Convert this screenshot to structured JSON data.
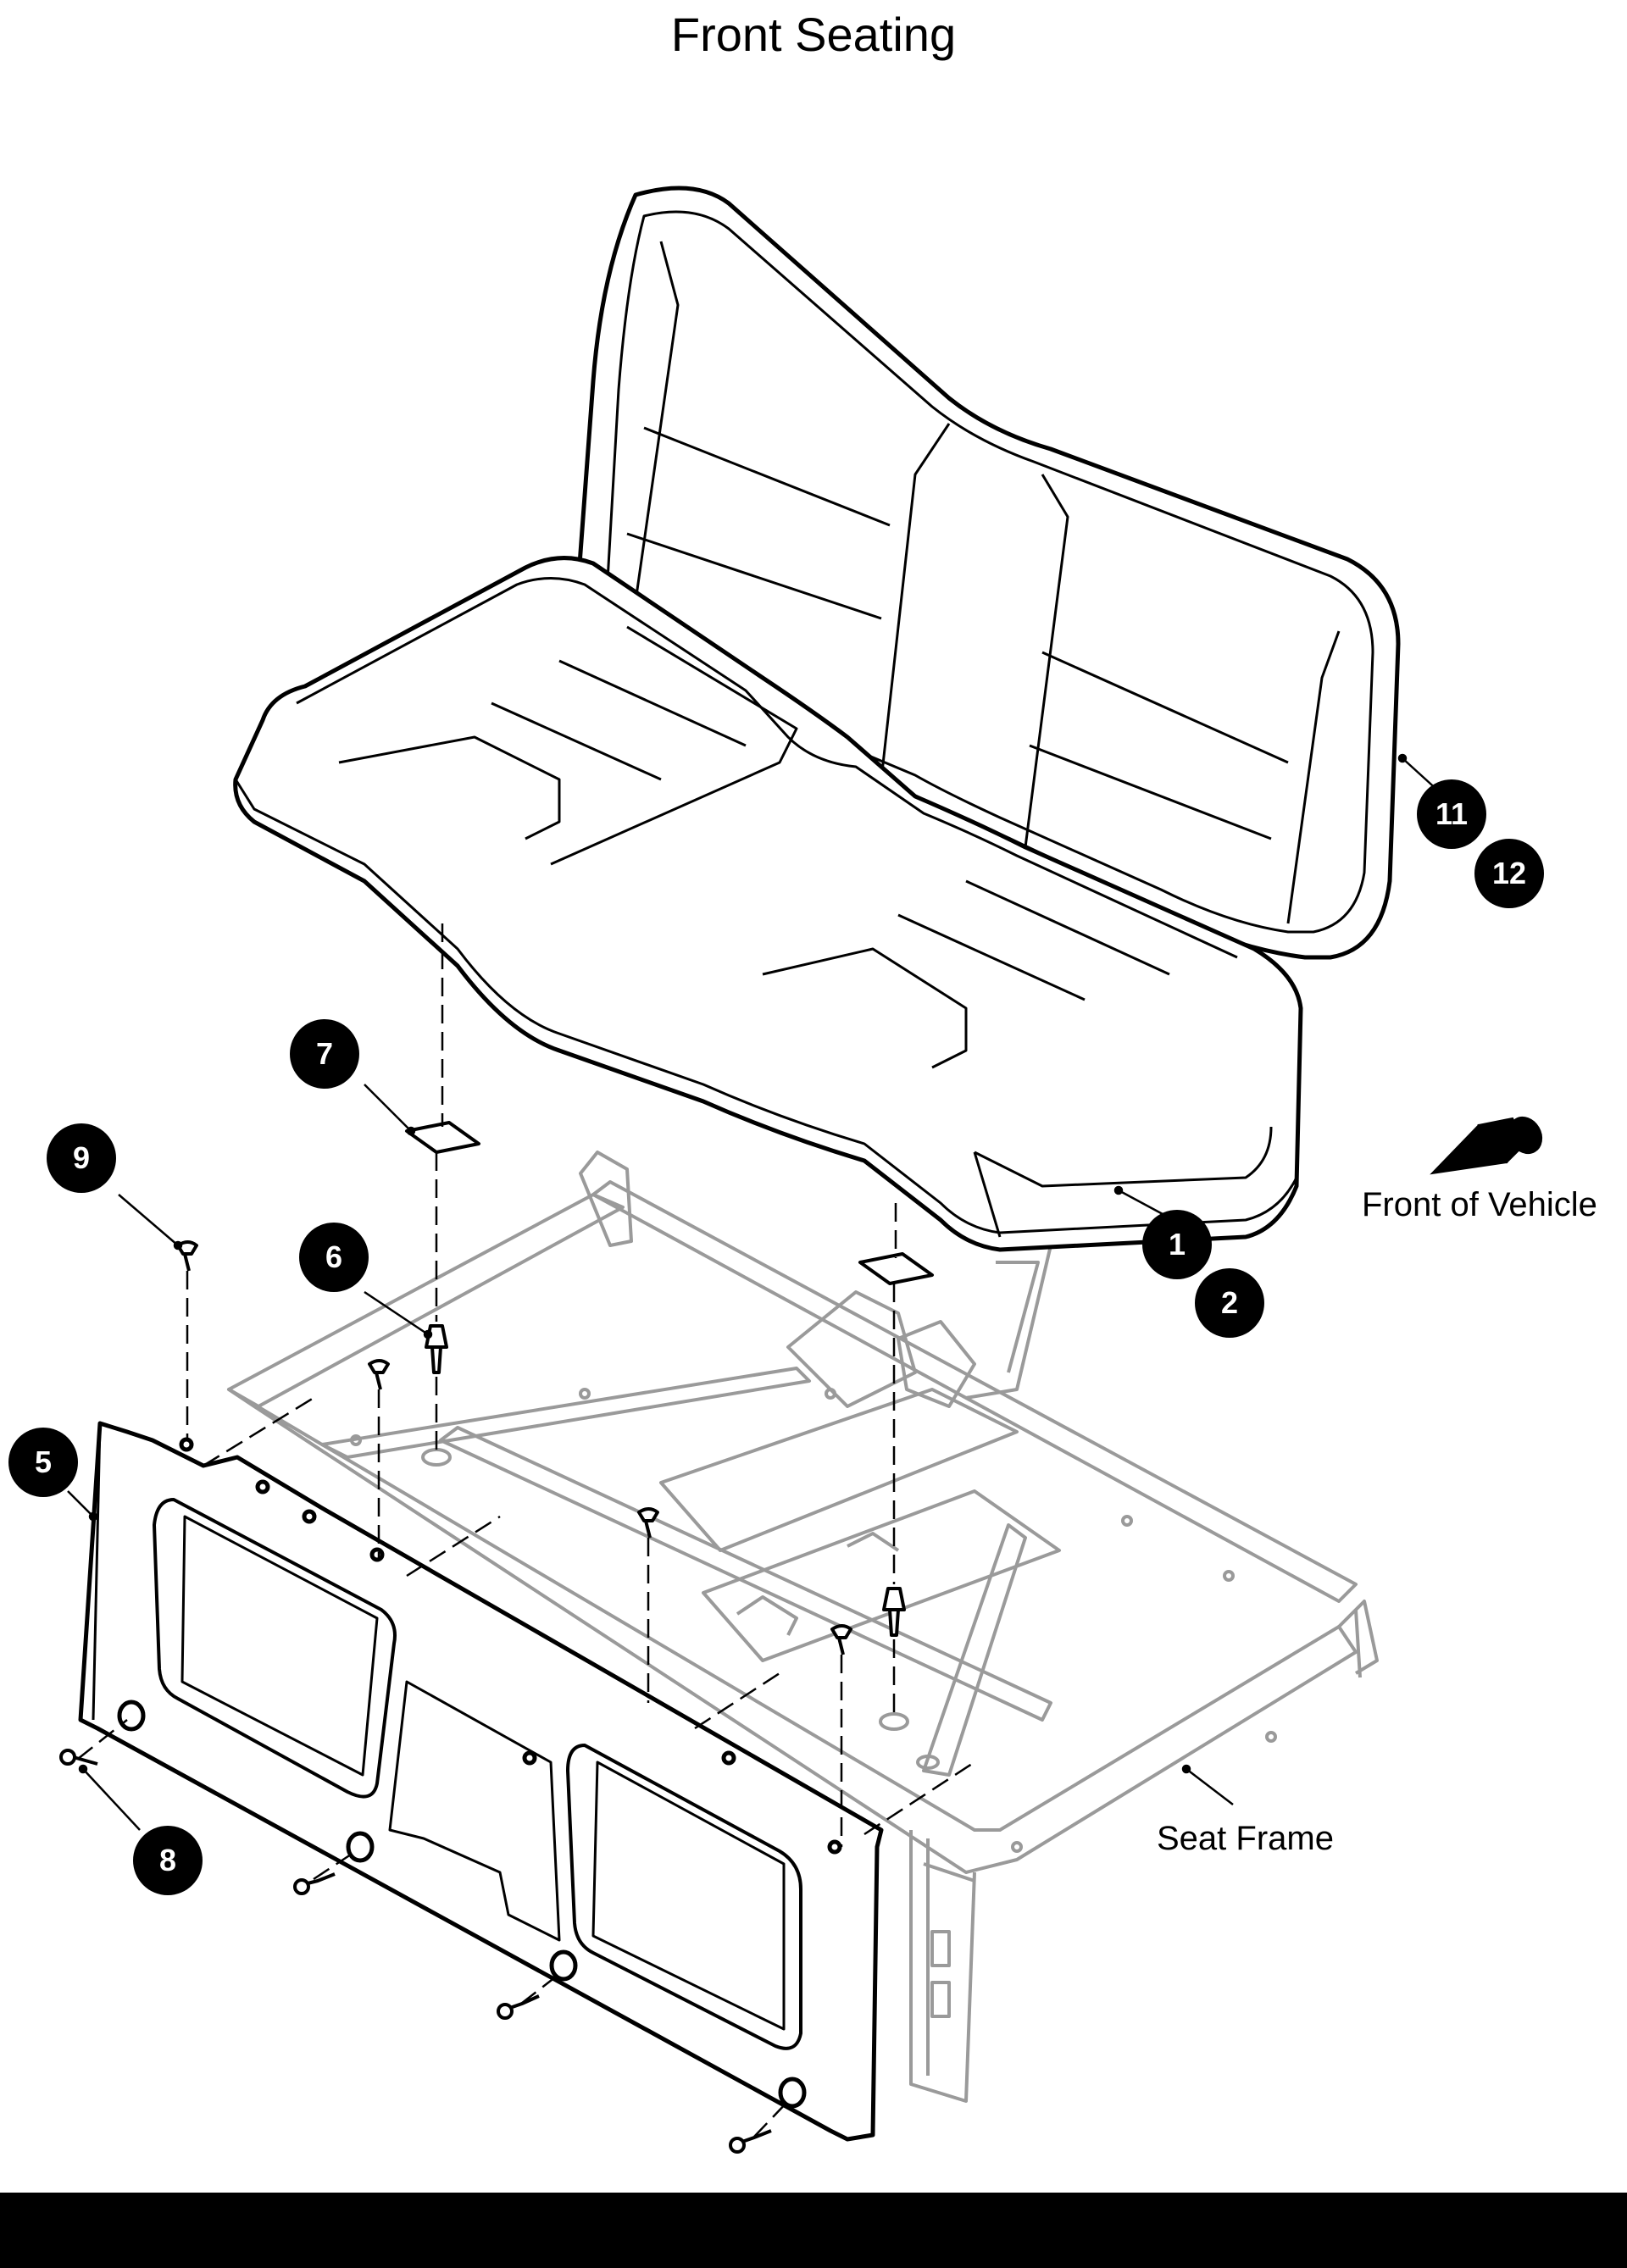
{
  "title": "Front Seating",
  "labels": {
    "front_of_vehicle": "Front of Vehicle",
    "seat_frame": "Seat Frame"
  },
  "callouts": {
    "c1": "1",
    "c2": "2",
    "c5": "5",
    "c6": "6",
    "c7": "7",
    "c8": "8",
    "c9": "9",
    "c11": "11",
    "c12": "12"
  },
  "colors": {
    "ink": "#000000",
    "frame_gray": "#9a9a9a",
    "background": "#ffffff"
  },
  "icons": [
    "front-direction-arrow-icon"
  ]
}
